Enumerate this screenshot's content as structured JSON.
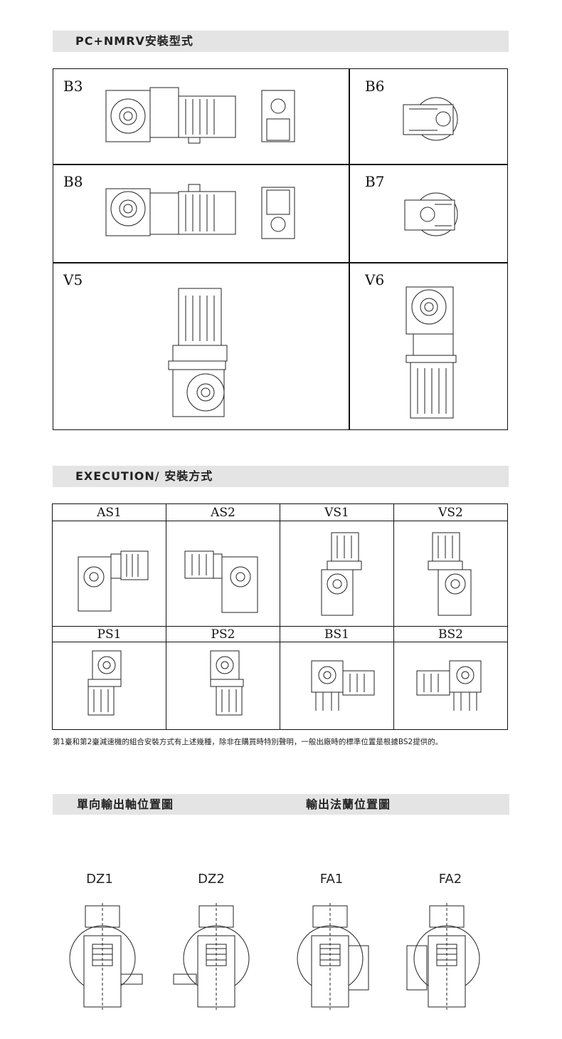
{
  "section1": {
    "title": "PC+NMRV安裝型式",
    "cells": [
      {
        "label": "B3"
      },
      {
        "label": "B6"
      },
      {
        "label": "B8"
      },
      {
        "label": "B7"
      },
      {
        "label": "V5"
      },
      {
        "label": "V6"
      }
    ]
  },
  "section2": {
    "title": "EXECUTION/ 安裝方式",
    "headers_row1": [
      "AS1",
      "AS2",
      "VS1",
      "VS2"
    ],
    "headers_row2": [
      "PS1",
      "PS2",
      "BS1",
      "BS2"
    ],
    "note": "第1臺和第2臺減速機的組合安裝方式有上述幾種，除非在購買時特別聲明，一般出廠時的標準位置是根據BS2提供的。"
  },
  "section3": {
    "title_left": "單向輸出軸位置圖",
    "title_right": "輸出法蘭位置圖",
    "positions": [
      "DZ1",
      "DZ2",
      "FA1",
      "FA2"
    ]
  },
  "colors": {
    "bar": "#e4e4e4",
    "line": "#222222"
  }
}
